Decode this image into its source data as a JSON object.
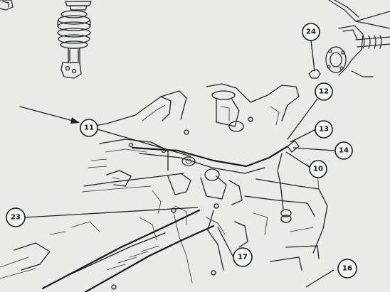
{
  "colors": {
    "paper": "#e9ebe6",
    "ink": "#222222",
    "callout_fill": "#f4f5f1"
  },
  "callouts": [
    {
      "label": "24"
    },
    {
      "label": "12"
    },
    {
      "label": "13"
    },
    {
      "label": "14"
    },
    {
      "label": "10"
    },
    {
      "label": "11"
    },
    {
      "label": "23"
    },
    {
      "label": "17"
    },
    {
      "label": "16"
    }
  ]
}
